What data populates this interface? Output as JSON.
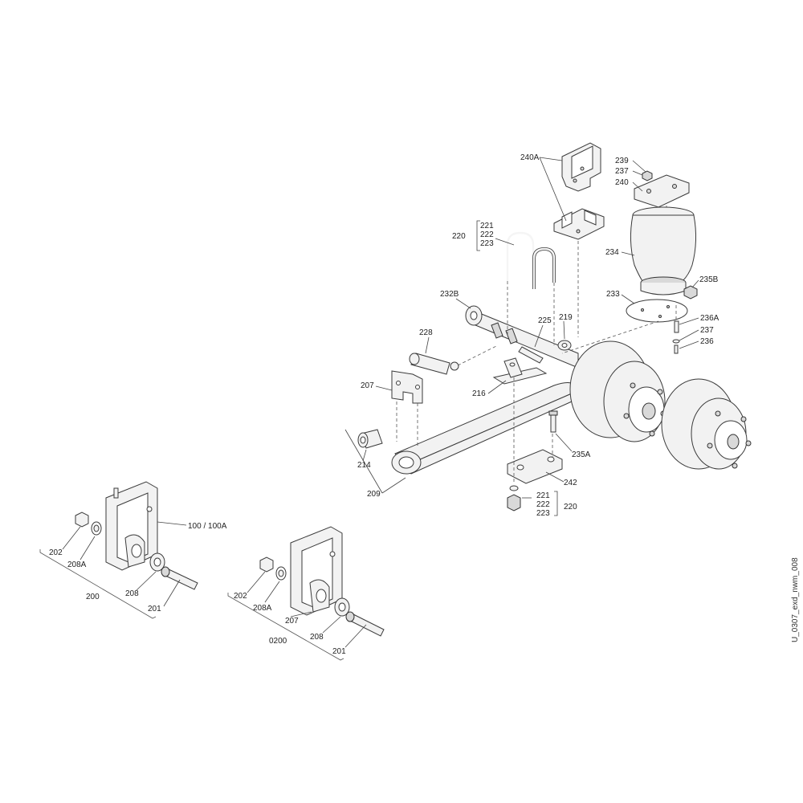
{
  "drawing_code": "U_0307_exd_nwm_008",
  "labels": {
    "l240A": "240A",
    "l239": "239",
    "l237a": "237",
    "l240": "240",
    "l221a": "221",
    "l222a": "222",
    "l223a": "223",
    "l220a": "220",
    "l234": "234",
    "l235B": "235B",
    "l232B": "232B",
    "l233": "233",
    "l236A": "236A",
    "l237b": "237",
    "l236": "236",
    "l225": "225",
    "l219": "219",
    "l228": "228",
    "l207a": "207",
    "l216": "216",
    "l214": "214",
    "l209": "209",
    "l235A": "235A",
    "l242": "242",
    "l221b": "221",
    "l222b": "222",
    "l223b": "223",
    "l220b": "220",
    "l100": "100 / 100A",
    "l202a": "202",
    "l208Aa": "208A",
    "l200": "200",
    "l208a": "208",
    "l201a": "201",
    "l202b": "202",
    "l208Ab": "208A",
    "l207b": "207",
    "l0200": "0200",
    "l208b": "208",
    "l201b": "201"
  }
}
